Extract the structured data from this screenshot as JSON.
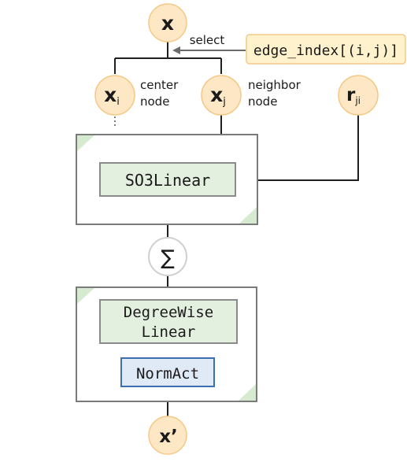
{
  "nodes": {
    "x_input": {
      "label": "x"
    },
    "x_i": {
      "label": "x",
      "subscript": "i",
      "caption_line1": "center",
      "caption_line2": "node"
    },
    "x_j": {
      "label": "x",
      "subscript": "j",
      "caption_line1": "neighbor",
      "caption_line2": "node"
    },
    "r_ji": {
      "label": "r",
      "subscript": "ji"
    },
    "sum": {
      "label": "∑"
    },
    "x_output": {
      "label": "x’"
    }
  },
  "select_label": "select",
  "edge_index_label": "edge_index[(i,j)]",
  "so3linear_label": "SO3Linear",
  "degreewise_line1": "DegreeWise",
  "degreewise_line2": "Linear",
  "normact_label": "NormAct",
  "colors": {
    "node_fill": "#fde7c5",
    "node_stroke": "#f4c985",
    "green_box": "#e3efdf",
    "blue_box": "#dfeaf6",
    "blue_border": "#3b6fb0"
  }
}
